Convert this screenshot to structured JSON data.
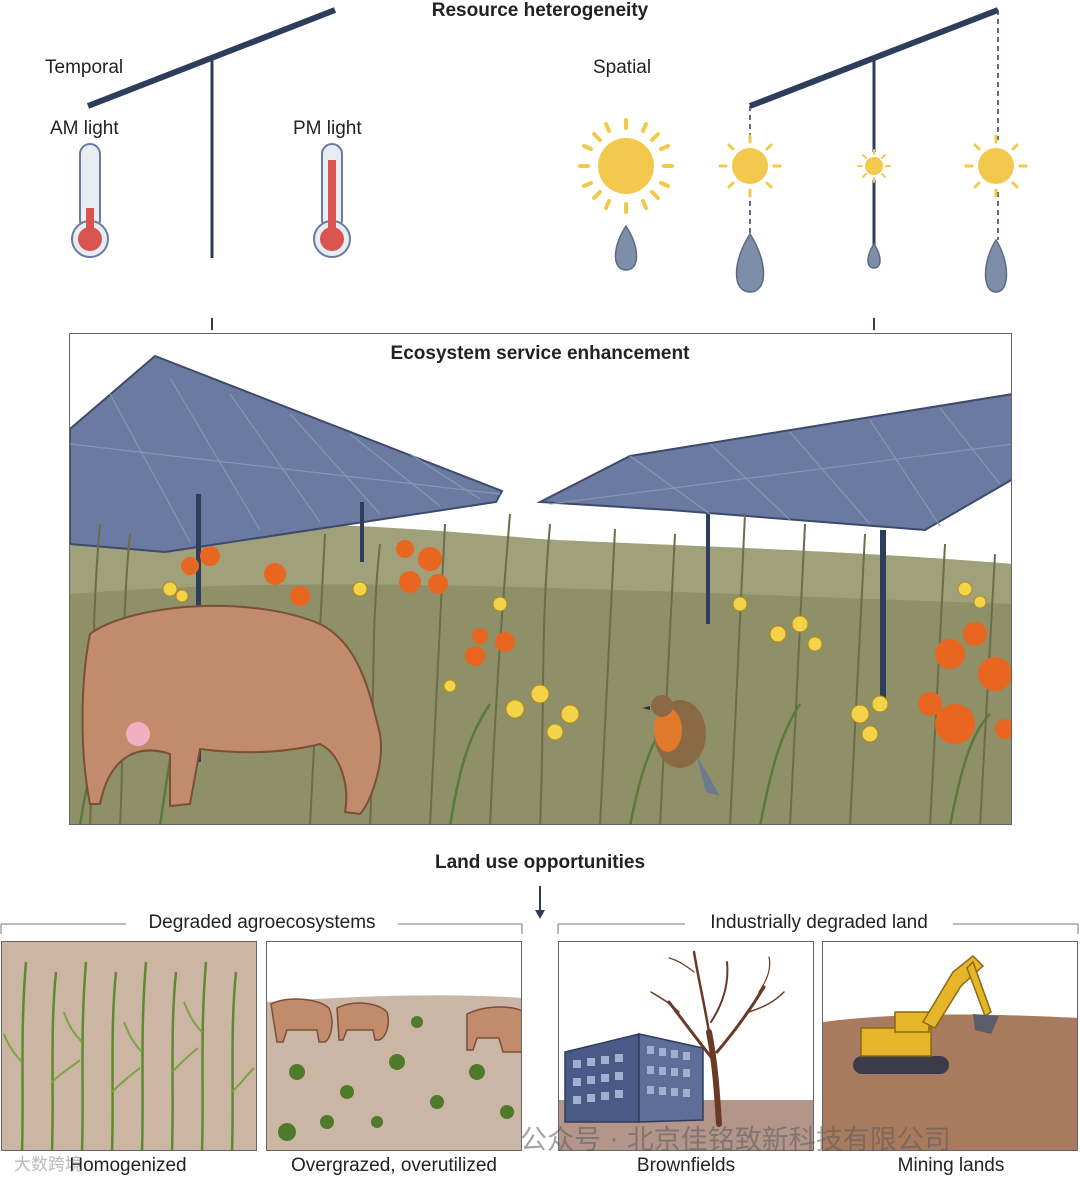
{
  "header": {
    "title": "Resource heterogeneity",
    "temporal": "Temporal",
    "spatial": "Spatial",
    "am_light": "AM light",
    "pm_light": "PM light"
  },
  "middle": {
    "title": "Ecosystem service enhancement"
  },
  "bottom": {
    "title": "Land use opportunities",
    "group_left": "Degraded agroecosystems",
    "group_right": "Industrially degraded land",
    "panels": [
      {
        "label": "Homogenized"
      },
      {
        "label": "Overgrazed, overutilized"
      },
      {
        "label": "Brownfields"
      },
      {
        "label": "Mining lands"
      }
    ]
  },
  "watermark": {
    "text": "公众号 · 北京佳铭致新科技有限公司",
    "corner": "大数跨境"
  },
  "colors": {
    "panel_blue": "#5b6b8f",
    "pole": "#2f3d5c",
    "sun": "#f2c94c",
    "water": "#7e8ea8",
    "soil": "#b39a88",
    "grass": "#7b8a5a",
    "poppy": "#e8661f",
    "daisy": "#f3d34a",
    "cow": "#c28b6b"
  }
}
